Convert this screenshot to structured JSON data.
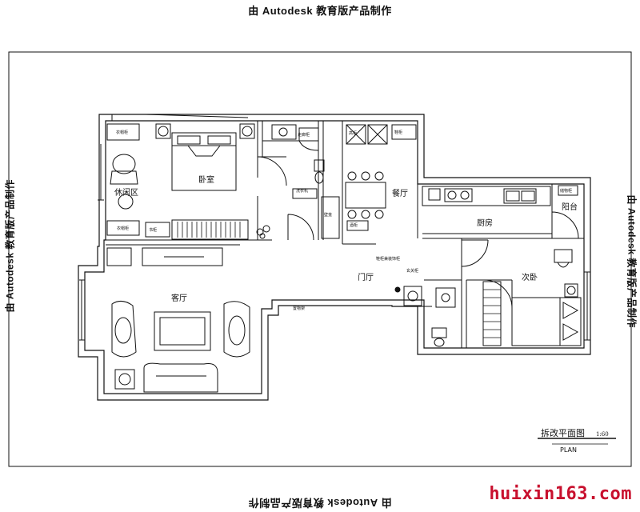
{
  "stamps": {
    "top": "由 Autodesk 教育版产品制作",
    "bottom": "由 Autodesk 教育版产品制作",
    "left": "由 Autodesk 教育版产品制作",
    "right": "由 Autodesk 教育版产品制作"
  },
  "rooms": {
    "master_bedroom": "卧室",
    "dining": "餐厅",
    "kitchen": "厨房",
    "balcony": "阳台",
    "living": "客厅",
    "foyer": "门厅",
    "second_bedroom": "次卧",
    "leisure": "休闲区"
  },
  "labels": {
    "wardrobe_a": "衣帽柜",
    "wardrobe_b": "衣帽柜",
    "bookcase": "书柜",
    "shoe_cabinet": "鞋柜",
    "corridor_cabinet": "走廊柜",
    "washstand": "洗衣机",
    "display_cabinet": "酒柜",
    "storage": "储物柜",
    "niche": "壁龛",
    "tall_cabinet": "高柜",
    "shelf": "置物架",
    "entrance_note": "鞋柜兼装饰柜",
    "foyer_note": "玄关柜"
  },
  "title_block": {
    "title": "拆改平面图",
    "scale": "1:60",
    "subtitle": "PLAN"
  },
  "watermark": "huixin163.com"
}
